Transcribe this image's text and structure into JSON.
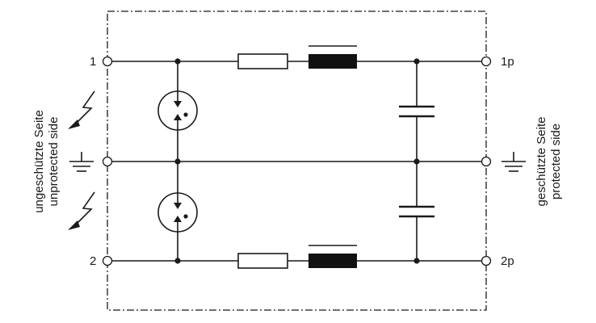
{
  "terminals": {
    "t1": "1",
    "t2": "2",
    "t1p": "1p",
    "t2p": "2p"
  },
  "sides": {
    "unprotected": [
      "ungeschützte Seite",
      "unprotected side"
    ],
    "protected": [
      "geschützte Seite",
      "protected side"
    ]
  },
  "icons": [
    "lightning-icon",
    "ground-icon",
    "gas-discharge-tube-icon",
    "resistor-icon",
    "inductor-icon",
    "capacitor-icon"
  ],
  "colors": {
    "line": "#1a1a1a",
    "background": "#ffffff"
  }
}
